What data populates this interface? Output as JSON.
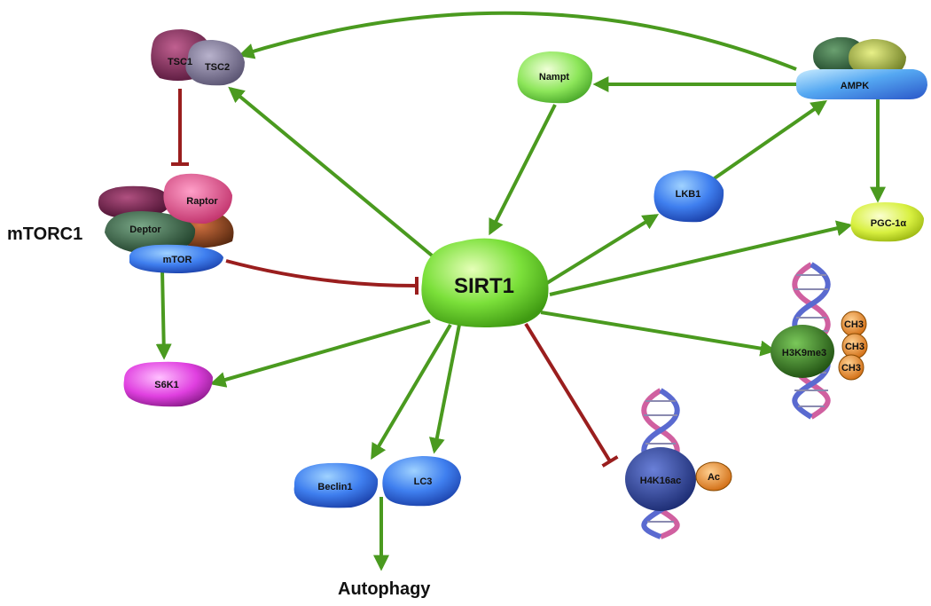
{
  "labels": {
    "sirt1": "SIRT1",
    "tsc1": "TSC1",
    "tsc2": "TSC2",
    "nampt": "Nampt",
    "ampk": "AMPK",
    "lkb1": "LKB1",
    "pgc1a": "PGC-1α",
    "mtorc1": "mTORC1",
    "raptor": "Raptor",
    "deptor": "Deptor",
    "mtor": "mTOR",
    "s6k1": "S6K1",
    "beclin1": "Beclin1",
    "lc3": "LC3",
    "autophagy": "Autophagy",
    "h4k16ac": "H4K16ac",
    "ac": "Ac",
    "h3k9me3": "H3K9me3",
    "ch3": "CH3"
  },
  "colors": {
    "activation": "#4a9a1f",
    "inhibition": "#9a1e1e",
    "sirt1": "#7be03a",
    "nampt": "#8de65a",
    "pgc1a": "#d8f040",
    "blue_protein": "#3f7fef",
    "s6k1": "#e040e0",
    "tsc1": "#8a2b5e",
    "tsc2": "#7a7290",
    "raptor": "#e0508a",
    "deptor": "#2e5e3e",
    "h4k16ac": "#2a3e8c",
    "h3k9me3": "#2f6a1e",
    "methyl": "#f08a20",
    "acetyl": "#c87a10"
  }
}
